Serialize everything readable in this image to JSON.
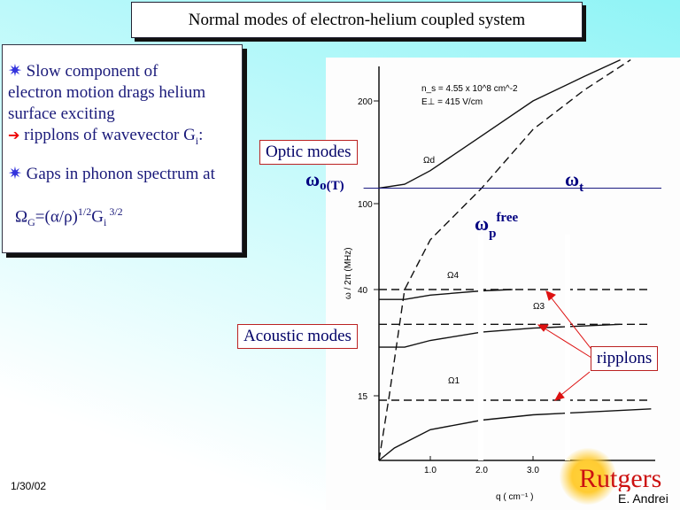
{
  "slide": {
    "title": "Normal modes of electron-helium coupled system",
    "date": "1/30/02",
    "author": "E. Andrei",
    "logo_text": "Rutgers"
  },
  "bullets": {
    "b1_line1": "Slow  component of",
    "b1_line2": "electron motion drags helium",
    "b1_line3": "surface exciting",
    "b1_line4_pre": "ripplons of wavevector G",
    "b1_line4_sub": "i",
    "b1_line4_post": ":",
    "b2": "Gaps in phonon spectrum at",
    "formula": {
      "omega": "Ω",
      "sub_g": "G",
      "mid": "=(α/ρ)",
      "sup_half": "1/2",
      "g": "G",
      "sub_i": "i",
      "sup_exp": " 3/2"
    }
  },
  "labels": {
    "optic": "Optic modes",
    "acoustic": "Acoustic modes",
    "ripplons": "ripplons",
    "omega_o": "ω",
    "omega_o_sub": "o(T)",
    "omega_t": "ω",
    "omega_t_sub": "t",
    "omega_p": "ω",
    "omega_p_sub": "p",
    "omega_p_sup": "free"
  },
  "chart_data": {
    "type": "line",
    "xlabel": "q ( cm⁻¹ )",
    "ylabel": "ω / 2π (MHz)",
    "x_ticks": [
      "1.0",
      "2.0",
      "3.0"
    ],
    "x_tick_values": [
      1,
      2,
      3
    ],
    "y_ticks": [
      "15",
      "40",
      "100",
      "200"
    ],
    "y_tick_values": [
      15,
      40,
      100,
      200
    ],
    "annotations": [
      "n_s = 4.55 x 10^8 cm^-2",
      "E⊥ = 415 V/cm"
    ],
    "curve_labels": [
      "Ωd",
      "Ω4",
      "Ω3",
      "Ω1"
    ],
    "series": [
      {
        "name": "Ωd",
        "style": "solid",
        "points": [
          [
            0,
            111
          ],
          [
            0.5,
            114
          ],
          [
            1,
            125
          ],
          [
            2,
            158
          ],
          [
            3,
            200
          ],
          [
            4,
            235
          ],
          [
            4.7,
            262
          ]
        ]
      },
      {
        "name": "ωp free",
        "style": "dashed",
        "points": [
          [
            0,
            8
          ],
          [
            0.2,
            15
          ],
          [
            0.5,
            40
          ],
          [
            1,
            68
          ],
          [
            2,
            111
          ],
          [
            3,
            165
          ],
          [
            4,
            215
          ],
          [
            4.9,
            262
          ]
        ]
      },
      {
        "name": "ωt",
        "style": "solid-blue",
        "points": [
          [
            -0.3,
            111
          ],
          [
            5.5,
            111
          ]
        ]
      },
      {
        "name": "Ω4",
        "style": "dashed",
        "points": [
          [
            0,
            40
          ],
          [
            5.3,
            40
          ]
        ]
      },
      {
        "name": "Ω3",
        "style": "dashed",
        "points": [
          [
            0,
            29
          ],
          [
            5.3,
            29
          ]
        ]
      },
      {
        "name": "Ω1",
        "style": "dashed",
        "points": [
          [
            0,
            14.4
          ],
          [
            5.3,
            14.4
          ]
        ]
      },
      {
        "name": "branch4",
        "style": "solid",
        "points": [
          [
            0,
            36.5
          ],
          [
            0.5,
            36.5
          ],
          [
            1,
            38
          ],
          [
            2,
            39.5
          ],
          [
            2.6,
            40
          ]
        ]
      },
      {
        "name": "branch3",
        "style": "solid",
        "points": [
          [
            0,
            23.5
          ],
          [
            0.5,
            23.5
          ],
          [
            1,
            25
          ],
          [
            2,
            27
          ],
          [
            3,
            28
          ],
          [
            4.7,
            29
          ]
        ]
      },
      {
        "name": "branch1",
        "style": "solid",
        "points": [
          [
            0,
            8.3
          ],
          [
            0.3,
            9.3
          ],
          [
            1,
            11
          ],
          [
            2,
            12
          ],
          [
            3,
            12.6
          ],
          [
            5.3,
            13.3
          ]
        ]
      }
    ]
  }
}
